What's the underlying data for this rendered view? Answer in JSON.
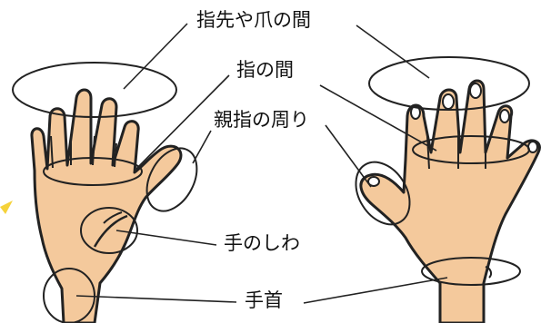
{
  "diagram": {
    "labels": {
      "fingertips_and_nails": "指先や爪の間",
      "between_fingers": "指の間",
      "around_thumb": "親指の周り",
      "palm_creases": "手のしわ",
      "wrist": "手首"
    },
    "colors": {
      "skin": "#f4c99c",
      "outline": "#222222",
      "line": "#222222",
      "highlight": "#f5d23a"
    }
  }
}
